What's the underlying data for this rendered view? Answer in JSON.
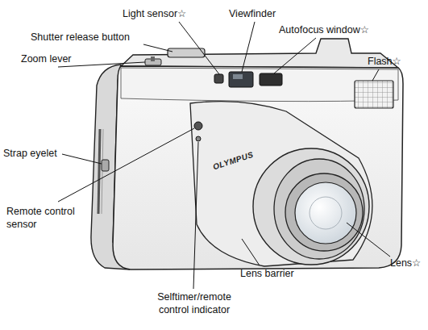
{
  "diagram": {
    "labels": [
      "Light sensor☆",
      "Viewfinder",
      "Shutter release button",
      "Autofocus window☆",
      "Zoom lever",
      "Flash☆",
      "Strap eyelet",
      "Remote control sensor",
      "Lens☆",
      "Lens barrier",
      "Selftimer/remote control indicator",
      "OLYMPUS"
    ]
  }
}
